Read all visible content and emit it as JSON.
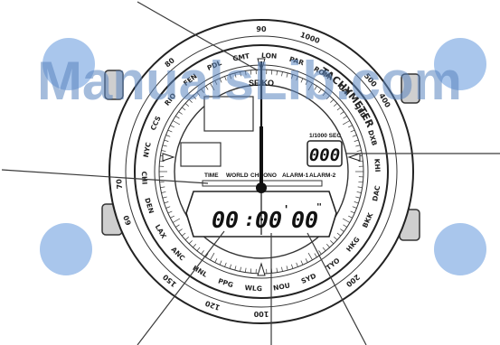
{
  "watermark": "ManualsLib.com",
  "brand": "SEIKO",
  "bezel": {
    "top_label": "TACHYMETER",
    "numbers": [
      "60",
      "70",
      "80",
      "90",
      "100",
      "120",
      "150",
      "200",
      "400",
      "500",
      "1000"
    ],
    "cities_upper": [
      "GMT",
      "LON",
      "PAR",
      "ROM",
      "CAI",
      "JED",
      "DXB",
      "KHI",
      "DAC",
      "BKK",
      "HKG",
      "TYO",
      "SYD"
    ],
    "cities_lower": [
      "NOU",
      "WLG",
      "PPG",
      "HNL",
      "ANC",
      "LAX",
      "DEN",
      "CHI",
      "NYC",
      "CCS",
      "RIO",
      "FEN",
      "PDL"
    ]
  },
  "display": {
    "sub_label": "1/1000 SEC",
    "sub_digits": "000",
    "mode_labels": [
      "TIME",
      "WORLD",
      "CHRONO",
      "ALARM-1",
      "ALARM-2"
    ],
    "main_hours": "00",
    "main_minutes": "00",
    "main_seconds": "00",
    "minute_mark": "'",
    "second_mark": "\""
  },
  "colors": {
    "circle_fill": "#a9c6ec",
    "line": "#3a3a3a"
  }
}
